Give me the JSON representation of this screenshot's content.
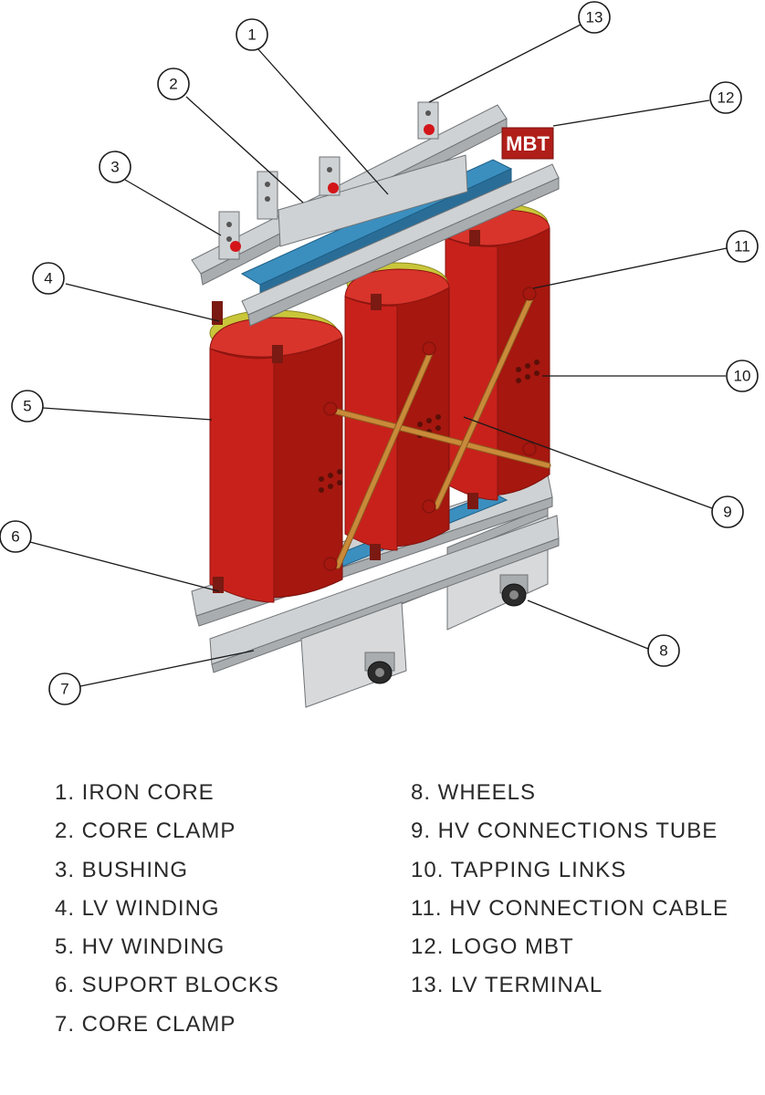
{
  "callouts": [
    {
      "num": "1"
    },
    {
      "num": "2"
    },
    {
      "num": "3"
    },
    {
      "num": "4"
    },
    {
      "num": "5"
    },
    {
      "num": "6"
    },
    {
      "num": "7"
    },
    {
      "num": "8"
    },
    {
      "num": "9"
    },
    {
      "num": "10"
    },
    {
      "num": "11"
    },
    {
      "num": "12"
    },
    {
      "num": "13"
    }
  ],
  "legend": {
    "left": [
      {
        "label": "1. IRON CORE"
      },
      {
        "label": "2. CORE CLAMP"
      },
      {
        "label": "3. BUSHING"
      },
      {
        "label": "4. LV WINDING"
      },
      {
        "label": "5. HV WINDING"
      },
      {
        "label": "6. SUPORT BLOCKS"
      },
      {
        "label": "7. CORE CLAMP"
      }
    ],
    "right": [
      {
        "label": "8. WHEELS"
      },
      {
        "label": "9. HV CONNECTIONS TUBE"
      },
      {
        "label": "10. TAPPING LINKS"
      },
      {
        "label": "11. HV CONNECTION CABLE"
      },
      {
        "label": "12. LOGO MBT"
      },
      {
        "label": "13. LV TERMINAL"
      }
    ]
  },
  "logo_text": "MBT",
  "colors": {
    "winding": "#c8211b",
    "core": "#3b8fbf",
    "clamp": "#cfd2d4",
    "ring": "#c9c63a",
    "tube": "#c98a3a"
  }
}
